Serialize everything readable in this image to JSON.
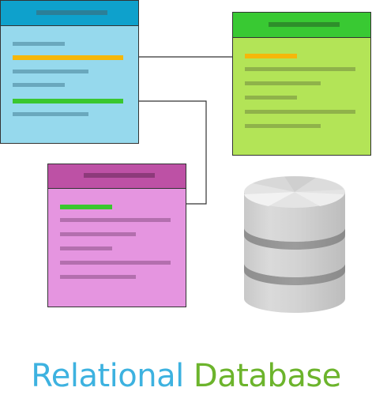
{
  "title": {
    "part1": "Relational",
    "part2": "Database"
  },
  "colors": {
    "title_part1": "#3db2e0",
    "title_part2": "#6cb42c",
    "table_blue_header": "#0ea1cc",
    "table_blue_body": "#96d9ed",
    "table_green_header": "#39c933",
    "table_green_body": "#b3e457",
    "table_pink_header": "#bd51a5",
    "table_pink_body": "#e595e0",
    "row_highlight_orange": "#f5b70a",
    "row_highlight_green": "#3ac72f",
    "connector": "#333333",
    "database_cylinder": "#d3d3d3"
  },
  "diagram": {
    "tables": [
      "table-blue",
      "table-green",
      "table-pink"
    ],
    "icons": [
      "database-cylinder-icon"
    ]
  }
}
